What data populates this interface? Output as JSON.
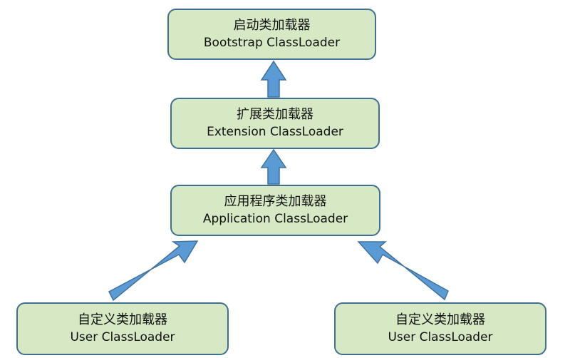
{
  "colors": {
    "node_fill": "#d6e9c4",
    "node_border": "#3f6f93",
    "arrow_fill": "#5b9bd5",
    "arrow_border": "#41719c"
  },
  "nodes": {
    "bootstrap": {
      "zh": "启动类加载器",
      "en": "Bootstrap ClassLoader"
    },
    "extension": {
      "zh": "扩展类加载器",
      "en": "Extension ClassLoader"
    },
    "application": {
      "zh": "应用程序类加载器",
      "en": "Application ClassLoader"
    },
    "user_left": {
      "zh": "自定义类加载器",
      "en": "User ClassLoader"
    },
    "user_right": {
      "zh": "自定义类加载器",
      "en": "User ClassLoader"
    }
  },
  "edges": [
    {
      "from": "extension",
      "to": "bootstrap"
    },
    {
      "from": "application",
      "to": "extension"
    },
    {
      "from": "user_left",
      "to": "application"
    },
    {
      "from": "user_right",
      "to": "application"
    }
  ]
}
